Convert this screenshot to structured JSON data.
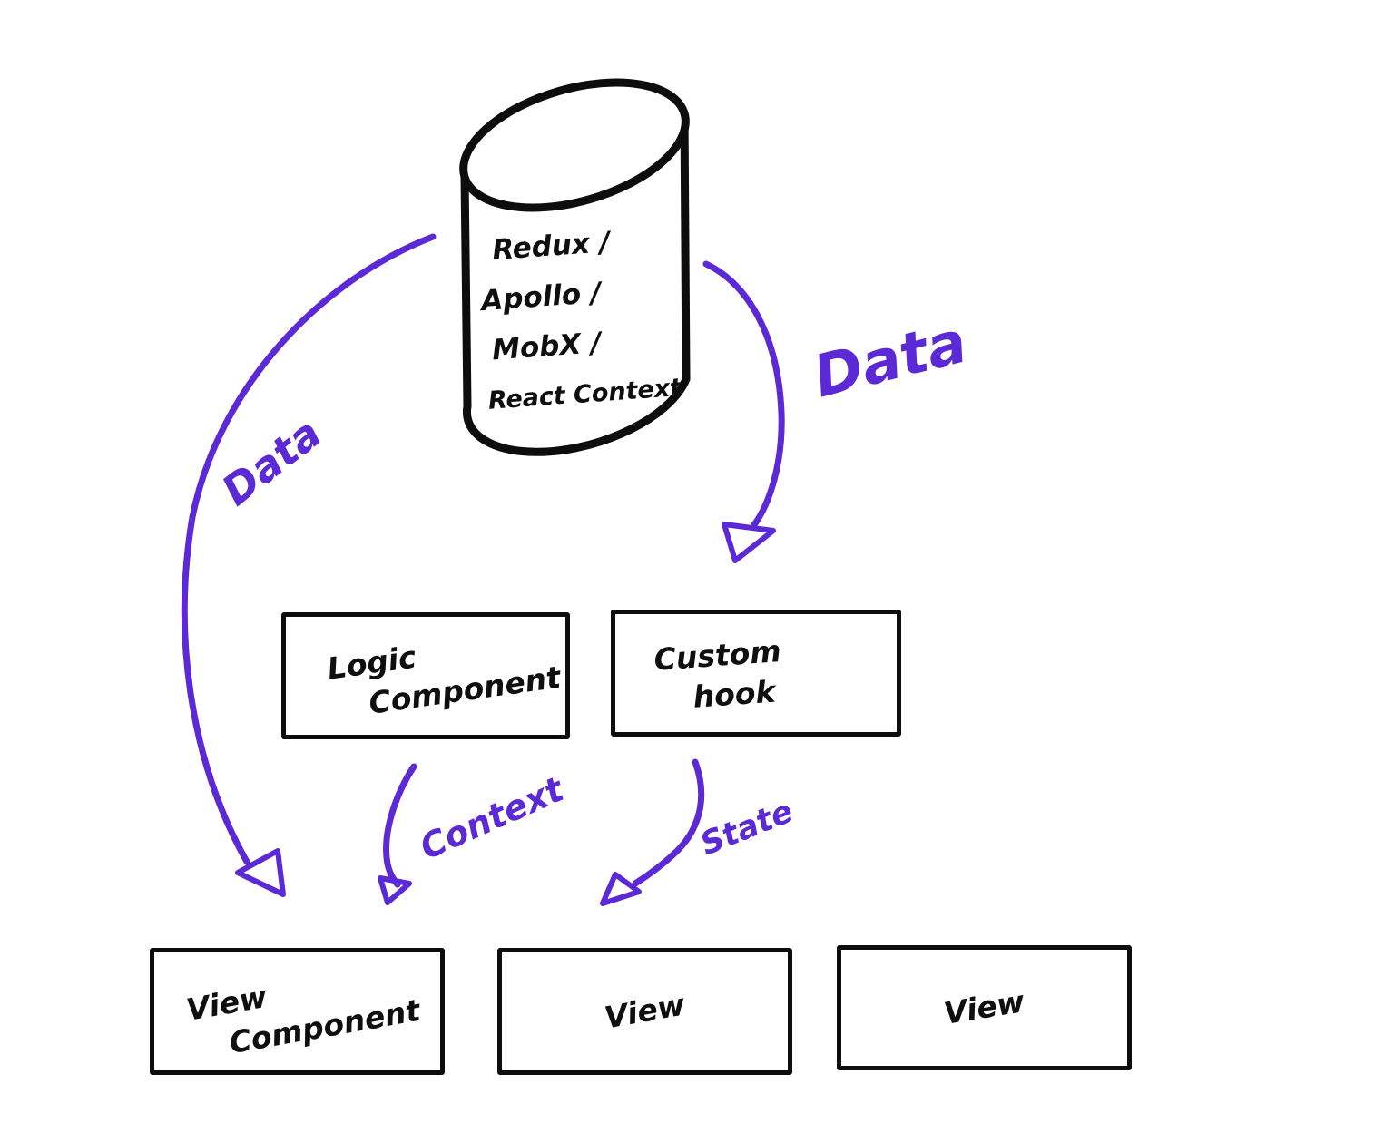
{
  "colors": {
    "ink": "#0d0d0d",
    "accent_purple": "#5b2ad6",
    "background": "#ffffff"
  },
  "store_cylinder": {
    "lines": [
      "Redux /",
      "Apollo /",
      "MobX /",
      "React Context"
    ]
  },
  "boxes": {
    "logic_component": {
      "line1": "Logic",
      "line2": "Component"
    },
    "custom_hook": {
      "line1": "Custom",
      "line2": "hook"
    },
    "view_component": {
      "line1": "View",
      "line2": "Component"
    },
    "view_middle": {
      "label": "View"
    },
    "view_right": {
      "label": "View"
    }
  },
  "arrow_labels": {
    "data_left": "Data",
    "data_right": "Data",
    "context": "Context",
    "state": "State"
  }
}
